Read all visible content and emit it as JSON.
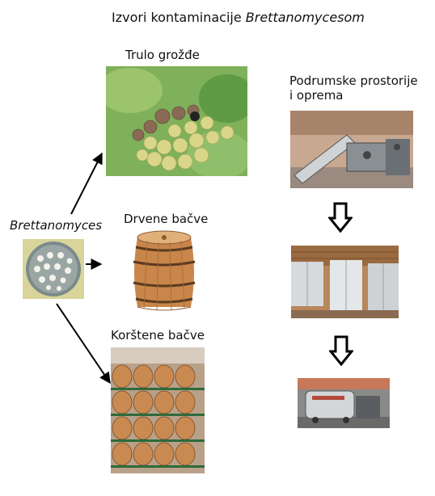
{
  "title": {
    "prefix": "Izvori kontaminacije ",
    "organism": "Brettanomycesom"
  },
  "center_label": "Brettanomyces",
  "sources": {
    "rotten_grapes": "Trulo grožđe",
    "wooden_barrels": "Drvene bačve",
    "used_barrels": "Korštene bačve"
  },
  "cellar": {
    "line1": "Podrumske prostorije",
    "line2": "i oprema"
  },
  "icons": {
    "petri": "petri-dish-icon",
    "grapes": "grape-cluster-photo",
    "barrel": "wine-barrel-photo",
    "stack": "barrel-stack-photo",
    "equipment": "winery-equipment-photo",
    "tanks": "steel-tanks-photo",
    "press": "wine-press-photo",
    "arrow_down": "down-arrow-icon"
  }
}
